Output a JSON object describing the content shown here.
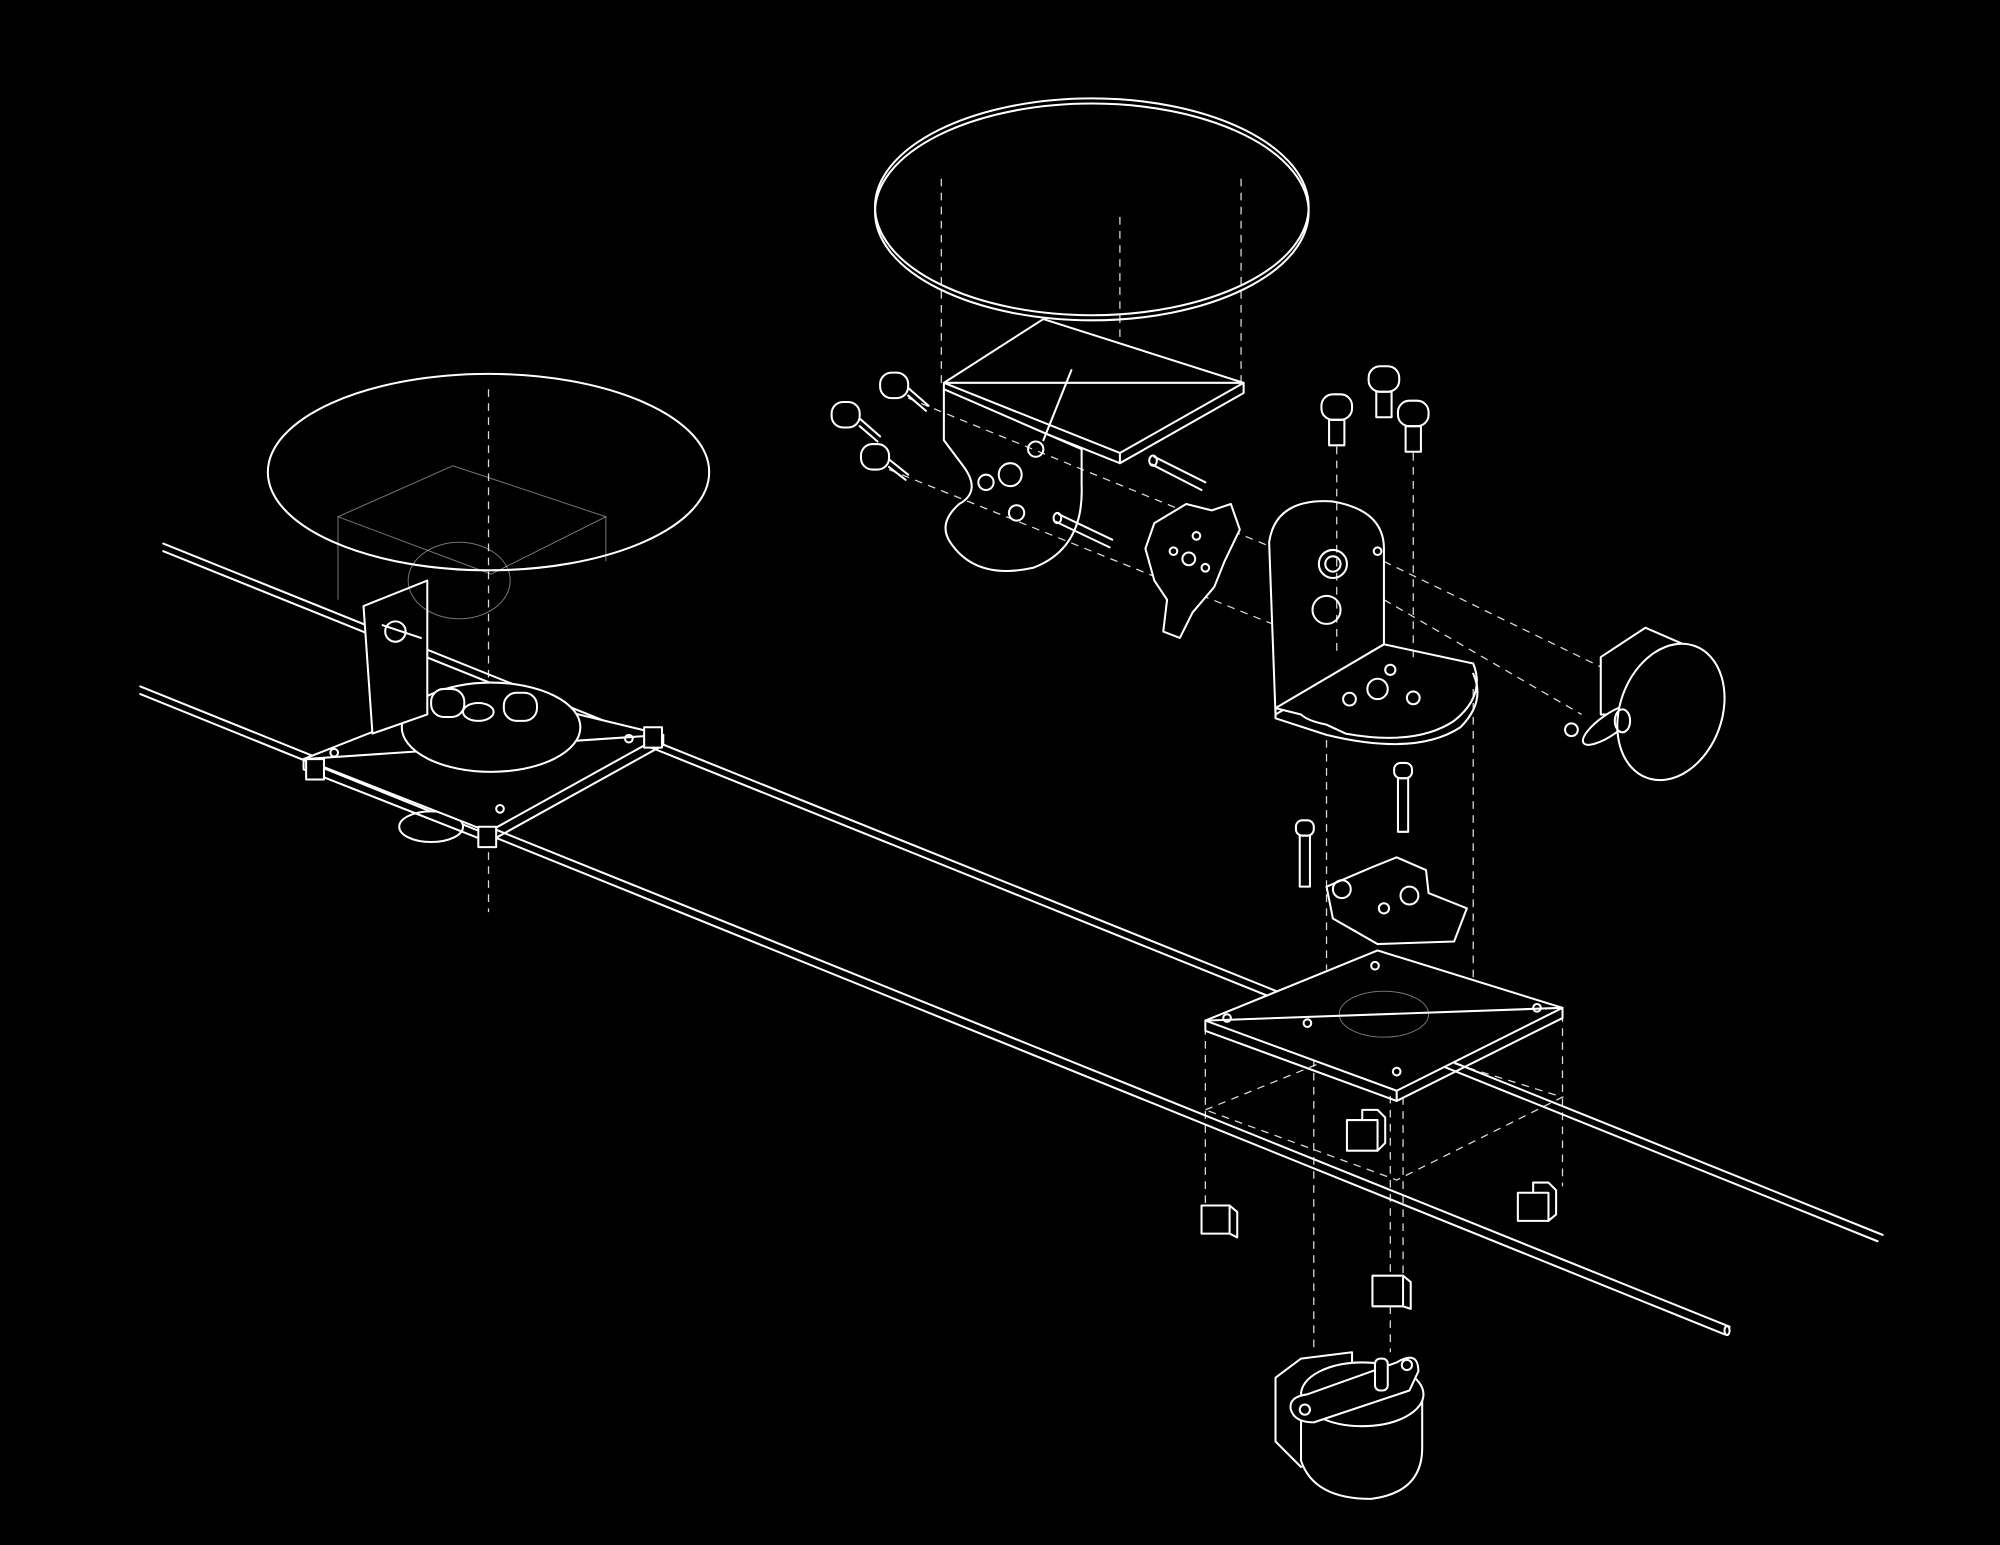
{
  "diagram": {
    "type": "exploded-axonometric-line-drawing",
    "background": "#000000",
    "line_color": "#ffffff",
    "components": [
      "rails",
      "assembled-carriage",
      "turntable-disc",
      "tilt-bracket",
      "l-bracket",
      "gear-hubs",
      "screws",
      "pan-motor",
      "tilt-motor",
      "carriage-plate",
      "rail-clips"
    ]
  }
}
